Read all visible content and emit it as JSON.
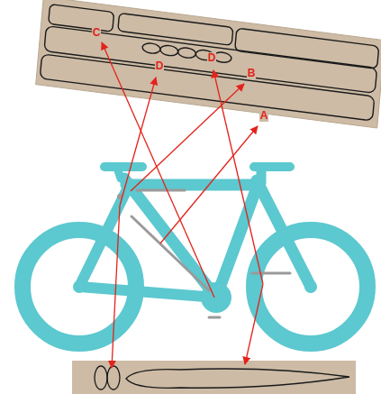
{
  "diagram": {
    "labels": [
      "C",
      "D",
      "D",
      "B",
      "A"
    ]
  }
}
